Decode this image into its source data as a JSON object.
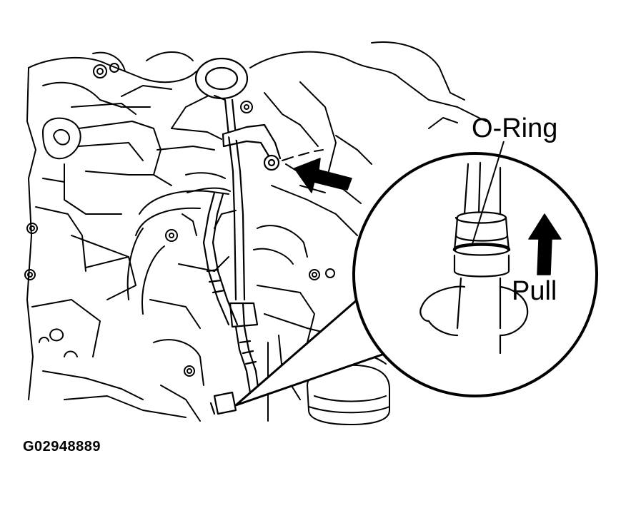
{
  "figure": {
    "id": "G02948889"
  },
  "callouts": {
    "o_ring": "O-Ring",
    "pull": "Pull"
  },
  "colors": {
    "ink": "#000000",
    "paper": "#ffffff"
  }
}
